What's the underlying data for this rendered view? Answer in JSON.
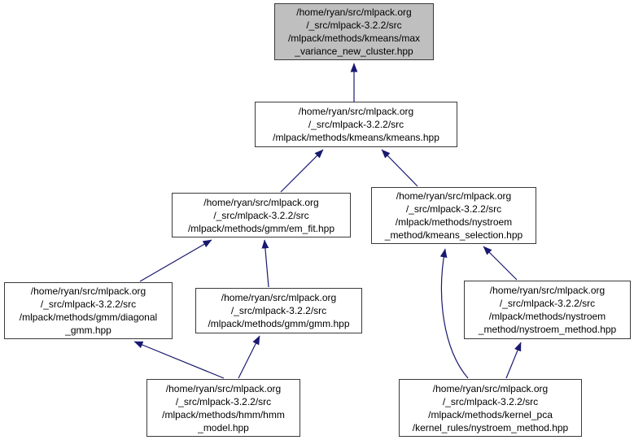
{
  "diagram": {
    "type": "include-dependency-graph",
    "description": "Doxygen 'included by' dependency graph for max_variance_new_cluster.hpp"
  },
  "colors": {
    "edge": "#191970",
    "node_border": "#3a3a3a",
    "node_fill": "#ffffff",
    "highlight_fill": "#bfbfbf",
    "text": "#000000",
    "background": "#ffffff"
  },
  "nodes": [
    {
      "id": "max-variance-new-cluster",
      "highlighted": true,
      "lines": [
        "/home/ryan/src/mlpack.org",
        "/_src/mlpack-3.2.2/src",
        "/mlpack/methods/kmeans/max",
        "_variance_new_cluster.hpp"
      ]
    },
    {
      "id": "kmeans",
      "highlighted": false,
      "lines": [
        "/home/ryan/src/mlpack.org",
        "/_src/mlpack-3.2.2/src",
        "/mlpack/methods/kmeans/kmeans.hpp"
      ]
    },
    {
      "id": "em-fit",
      "highlighted": false,
      "lines": [
        "/home/ryan/src/mlpack.org",
        "/_src/mlpack-3.2.2/src",
        "/mlpack/methods/gmm/em_fit.hpp"
      ]
    },
    {
      "id": "kmeans-selection",
      "highlighted": false,
      "lines": [
        "/home/ryan/src/mlpack.org",
        "/_src/mlpack-3.2.2/src",
        "/mlpack/methods/nystroem",
        "_method/kmeans_selection.hpp"
      ]
    },
    {
      "id": "diagonal-gmm",
      "highlighted": false,
      "lines": [
        "/home/ryan/src/mlpack.org",
        "/_src/mlpack-3.2.2/src",
        "/mlpack/methods/gmm/diagonal",
        "_gmm.hpp"
      ]
    },
    {
      "id": "gmm",
      "highlighted": false,
      "lines": [
        "/home/ryan/src/mlpack.org",
        "/_src/mlpack-3.2.2/src",
        "/mlpack/methods/gmm/gmm.hpp"
      ]
    },
    {
      "id": "nystroem-method",
      "highlighted": false,
      "lines": [
        "/home/ryan/src/mlpack.org",
        "/_src/mlpack-3.2.2/src",
        "/mlpack/methods/nystroem",
        "_method/nystroem_method.hpp"
      ]
    },
    {
      "id": "hmm-model",
      "highlighted": false,
      "lines": [
        "/home/ryan/src/mlpack.org",
        "/_src/mlpack-3.2.2/src",
        "/mlpack/methods/hmm/hmm",
        "_model.hpp"
      ]
    },
    {
      "id": "kernel-pca-nystroem-method",
      "highlighted": false,
      "lines": [
        "/home/ryan/src/mlpack.org",
        "/_src/mlpack-3.2.2/src",
        "/mlpack/methods/kernel_pca",
        "/kernel_rules/nystroem_method.hpp"
      ]
    }
  ],
  "edges": [
    {
      "from": "kmeans",
      "to": "max-variance-new-cluster"
    },
    {
      "from": "em-fit",
      "to": "kmeans"
    },
    {
      "from": "kmeans-selection",
      "to": "kmeans"
    },
    {
      "from": "diagonal-gmm",
      "to": "em-fit"
    },
    {
      "from": "gmm",
      "to": "em-fit"
    },
    {
      "from": "hmm-model",
      "to": "diagonal-gmm"
    },
    {
      "from": "hmm-model",
      "to": "gmm"
    },
    {
      "from": "nystroem-method",
      "to": "kmeans-selection"
    },
    {
      "from": "kernel-pca-nystroem-method",
      "to": "kmeans-selection"
    },
    {
      "from": "kernel-pca-nystroem-method",
      "to": "nystroem-method"
    }
  ]
}
